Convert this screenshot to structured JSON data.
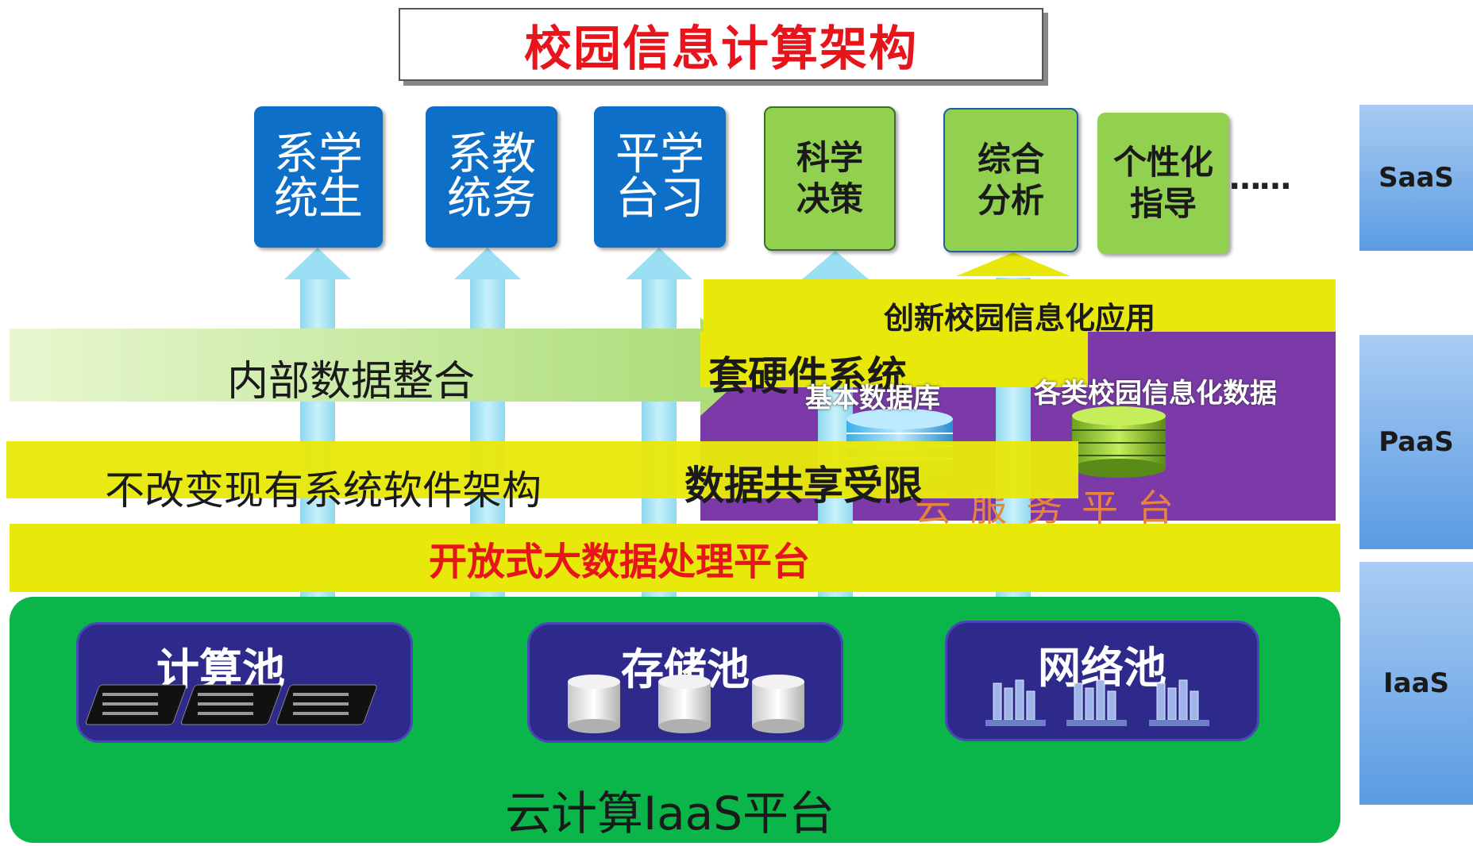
{
  "title": "校园信息计算架构",
  "apps": {
    "blue": [
      {
        "line1": "系学",
        "line2": "统生"
      },
      {
        "line1": "系教",
        "line2": "统务"
      },
      {
        "line1": "平学",
        "line2": "台习"
      }
    ],
    "green": [
      {
        "line1": "科学",
        "line2": "决策"
      },
      {
        "line1": "综合",
        "line2": "分析"
      },
      {
        "line1": "个性化",
        "line2": "指导"
      }
    ],
    "ellipsis": "……"
  },
  "innovation_banner": "创新校园信息化应用",
  "internal_data": "内部数据整合",
  "hardware_partial": "套硬件系统",
  "basic_db": "基本数据库",
  "campus_data": "各类校园信息化数据",
  "no_change": "不改变现有系统软件架构",
  "data_share": "数据共享受限",
  "cloud_service_partial": "云服务平台",
  "big_data": "开放式大数据处理平台",
  "pools": {
    "compute": "计算池",
    "storage": "存储池",
    "network": "网络池"
  },
  "iaas_platform": "云计算IaaS平台",
  "layers": {
    "saas": "SaaS",
    "paas": "PaaS",
    "iaas": "IaaS"
  },
  "colors": {
    "title_red": "#e8141b",
    "blue_app": "#0d6fc7",
    "green_app": "#92d050",
    "yellow": "#e8e80a",
    "iaas_green": "#0ab54a",
    "purple": "#7b3aa8",
    "pool_navy": "#2e2a8c"
  }
}
